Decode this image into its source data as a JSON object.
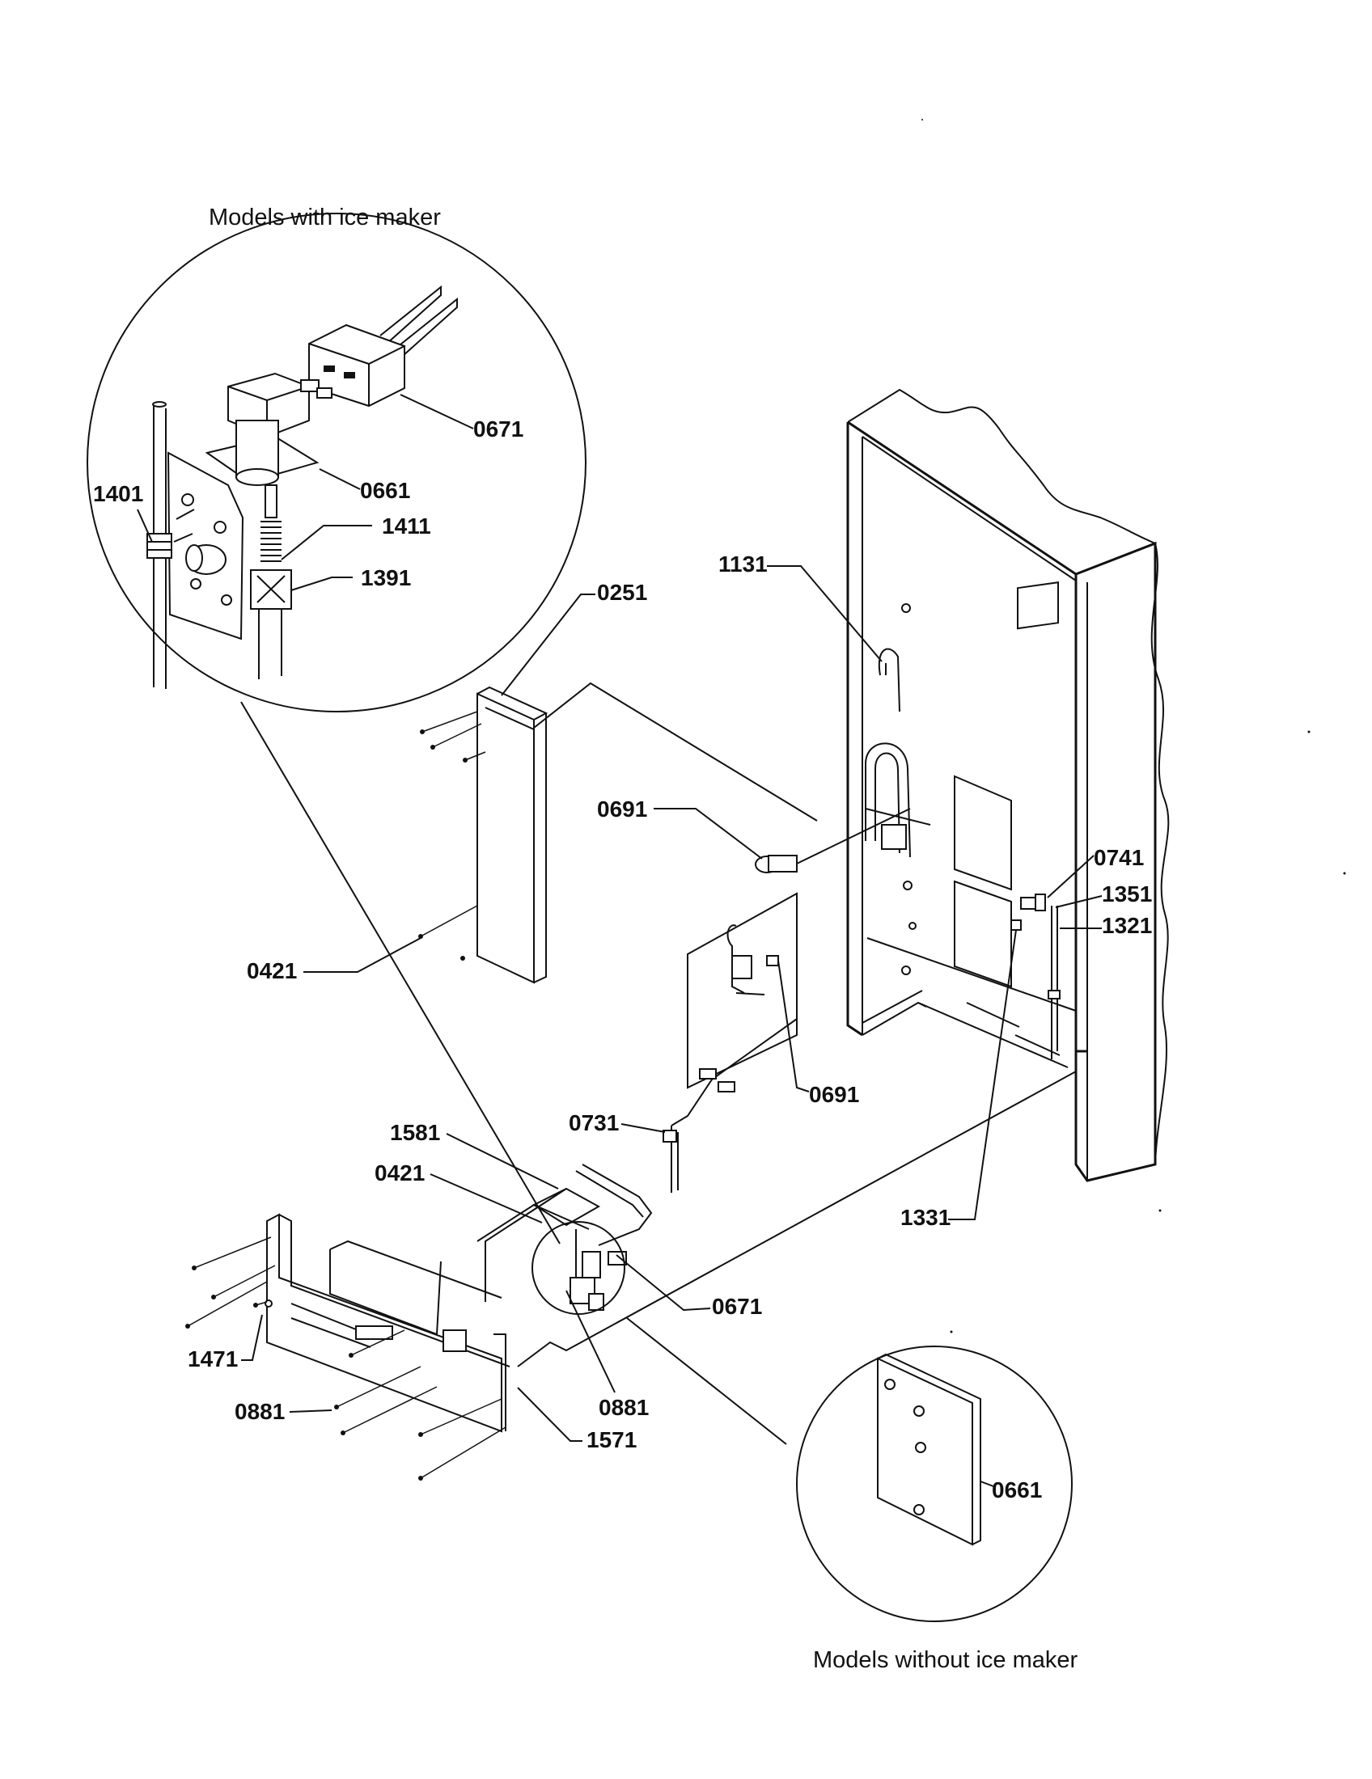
{
  "captions": {
    "with_ice_maker": "Models with ice maker",
    "without_ice_maker": "Models without ice maker"
  },
  "parts": [
    {
      "id": "p0671a",
      "label": "0671"
    },
    {
      "id": "p0661a",
      "label": "0661"
    },
    {
      "id": "p1401",
      "label": "1401"
    },
    {
      "id": "p1411",
      "label": "1411"
    },
    {
      "id": "p1391",
      "label": "1391"
    },
    {
      "id": "p0251",
      "label": "0251"
    },
    {
      "id": "p1131",
      "label": "1131"
    },
    {
      "id": "p0691a",
      "label": "0691"
    },
    {
      "id": "p0741",
      "label": "0741"
    },
    {
      "id": "p1351",
      "label": "1351"
    },
    {
      "id": "p1321",
      "label": "1321"
    },
    {
      "id": "p0421a",
      "label": "0421"
    },
    {
      "id": "p0691b",
      "label": "0691"
    },
    {
      "id": "p0731",
      "label": "0731"
    },
    {
      "id": "p1581",
      "label": "1581"
    },
    {
      "id": "p0421b",
      "label": "0421"
    },
    {
      "id": "p1331",
      "label": "1331"
    },
    {
      "id": "p0671b",
      "label": "0671"
    },
    {
      "id": "p1471",
      "label": "1471"
    },
    {
      "id": "p0881a",
      "label": "0881"
    },
    {
      "id": "p0881b",
      "label": "0881"
    },
    {
      "id": "p1571",
      "label": "1571"
    },
    {
      "id": "p0661b",
      "label": "0661"
    }
  ],
  "colors": {
    "ink": "#111111",
    "paper": "#ffffff"
  }
}
